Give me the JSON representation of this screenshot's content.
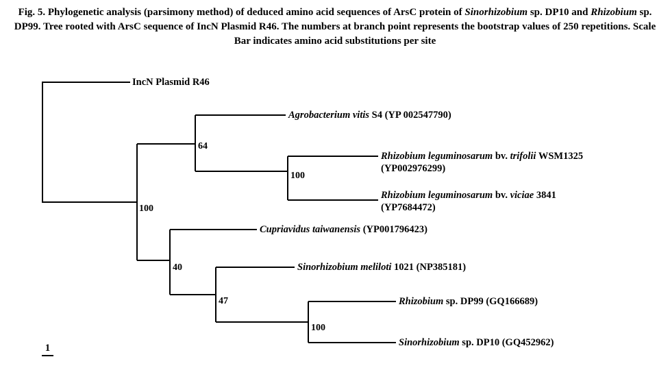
{
  "caption": {
    "segments": [
      {
        "text": "Fig. 5. Phylogenetic analysis (parsimony method) of deduced amino acid sequences of ArsC protein of ",
        "italic": false
      },
      {
        "text": "Sinorhizobium",
        "italic": true
      },
      {
        "text": " sp. DP10 and ",
        "italic": false
      },
      {
        "text": "Rhizobium",
        "italic": true
      },
      {
        "text": " sp. DP99. Tree rooted with ArsC sequence of IncN Plasmid R46. The numbers at branch point represents the bootstrap values of 250 repetitions. Scale Bar indicates amino acid substitutions per site",
        "italic": false
      }
    ]
  },
  "tree": {
    "type": "phylogenetic-tree",
    "method": "parsimony",
    "taxa": {
      "incn": {
        "parts": [
          {
            "text": "IncN Plasmid R46",
            "italic": false
          }
        ]
      },
      "agro": {
        "parts": [
          {
            "text": "Agrobacterium vitis",
            "italic": true
          },
          {
            "text": " S4 (YP 002547790)",
            "italic": false
          }
        ]
      },
      "trifolii": {
        "line1": [
          {
            "text": "Rhizobium leguminosarum",
            "italic": true
          },
          {
            "text": " bv. ",
            "italic": false
          },
          {
            "text": "trifolii",
            "italic": true
          },
          {
            "text": " WSM1325",
            "italic": false
          }
        ],
        "line2": "(YP002976299)"
      },
      "viciae": {
        "line1": [
          {
            "text": "Rhizobium leguminosarum",
            "italic": true
          },
          {
            "text": " bv. ",
            "italic": false
          },
          {
            "text": "viciae",
            "italic": true
          },
          {
            "text": " 3841",
            "italic": false
          }
        ],
        "line2": "(YP7684472)"
      },
      "cupriavidus": {
        "parts": [
          {
            "text": "Cupriavidus taiwanensis",
            "italic": true
          },
          {
            "text": " (YP001796423)",
            "italic": false
          }
        ]
      },
      "meliloti": {
        "parts": [
          {
            "text": "Sinorhizobium meliloti",
            "italic": true
          },
          {
            "text": " 1021 (NP385181)",
            "italic": false
          }
        ]
      },
      "dp99": {
        "parts": [
          {
            "text": "Rhizobium",
            "italic": true
          },
          {
            "text": " sp. DP99 (GQ166689)",
            "italic": false
          }
        ]
      },
      "dp10": {
        "parts": [
          {
            "text": "Sinorhizobium",
            "italic": true
          },
          {
            "text": " sp. DP10 (GQ452962)",
            "italic": false
          }
        ]
      }
    },
    "bootstraps": {
      "main_clade": "100",
      "agrobacterium_clade": "64",
      "leguminosarum_pair": "100",
      "lower_clade": "40",
      "sinorhizobium_clade": "47",
      "dp_pair": "100"
    },
    "scale_bar_label": "1",
    "topology_newick": "(IncN Plasmid R46,((Agrobacterium vitis S4,(Rhizobium leguminosarum bv. trifolii WSM1325,Rhizobium leguminosarum bv. viciae 3841)100)64,(Cupriavidus taiwanensis,(Sinorhizobium meliloti 1021,(Rhizobium sp. DP99,Sinorhizobium sp. DP10)100)47)40)100)"
  }
}
